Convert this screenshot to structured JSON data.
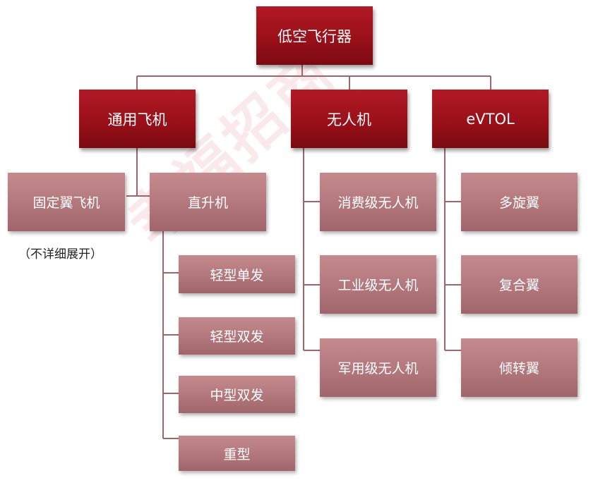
{
  "colors": {
    "dark_node": "#9a1019",
    "light_node": "#b2777c",
    "connector": "#a0656b",
    "watermark": "#d22832"
  },
  "root": {
    "label": "低空飞行器"
  },
  "categories": [
    {
      "label": "通用飞机",
      "children": [
        {
          "label": "固定翼飞机",
          "note": "（不详细展开）"
        },
        {
          "label": "直升机",
          "children": [
            "轻型单发",
            "轻型双发",
            "中型双发",
            "重型"
          ]
        }
      ]
    },
    {
      "label": "无人机",
      "children": [
        "消费级无人机",
        "工业级无人机",
        "军用级无人机"
      ]
    },
    {
      "label": "eVTOL",
      "children": [
        "多旋翼",
        "复合翼",
        "倾转翼"
      ]
    }
  ],
  "watermark": {
    "text": "幸福招商"
  }
}
